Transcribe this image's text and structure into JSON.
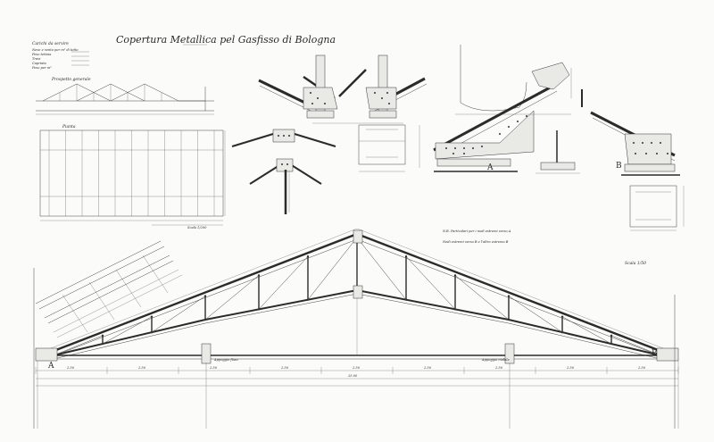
{
  "title": "Copertura Metallica pel Gasfisso di Bologna",
  "legend": {
    "heading": "Carichi da servire",
    "rows": [
      "Neve e vento per m² di tetto",
      "Peso tettoia",
      "Travi",
      "Capriata",
      "Peso per m²"
    ]
  },
  "elevation_label": "Prospetto generale",
  "plan_label": "Pianta",
  "plan_scale": "Scala 1/200",
  "scale_label": "Scala 1/50",
  "note_a": "Appoggio fisso",
  "note_b": "Appoggio mobile",
  "support_labels": [
    "A",
    "B"
  ],
  "detail_letters": [
    "A",
    "B"
  ],
  "key_notes": [
    "N.B. Particolari per i nodi estremi verso A",
    "Nodi estremi verso B e l'altro estremo B"
  ],
  "span_total": "25.00",
  "dims_bottom": [
    "2.50",
    "2.50",
    "2.50",
    "2.50",
    "2.50",
    "2.50",
    "2.50",
    "2.50",
    "2.50"
  ]
}
